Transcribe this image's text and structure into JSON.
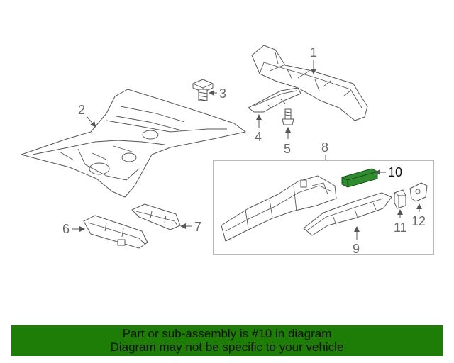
{
  "diagram": {
    "callouts": {
      "c1": "1",
      "c2": "2",
      "c3": "3",
      "c4": "4",
      "c5": "5",
      "c6": "6",
      "c7": "7",
      "c8": "8",
      "c9": "9",
      "c10": "10",
      "c11": "11",
      "c12": "12"
    },
    "highlighted_part": "10",
    "highlight_color": "#2e8b2e",
    "line_color": "#555555"
  },
  "banner": {
    "line1": "Part or sub-assembly is #10 in diagram",
    "line2": "Diagram may not be specific to your vehicle",
    "background": "#1e7d07",
    "text_color": "#111111"
  }
}
